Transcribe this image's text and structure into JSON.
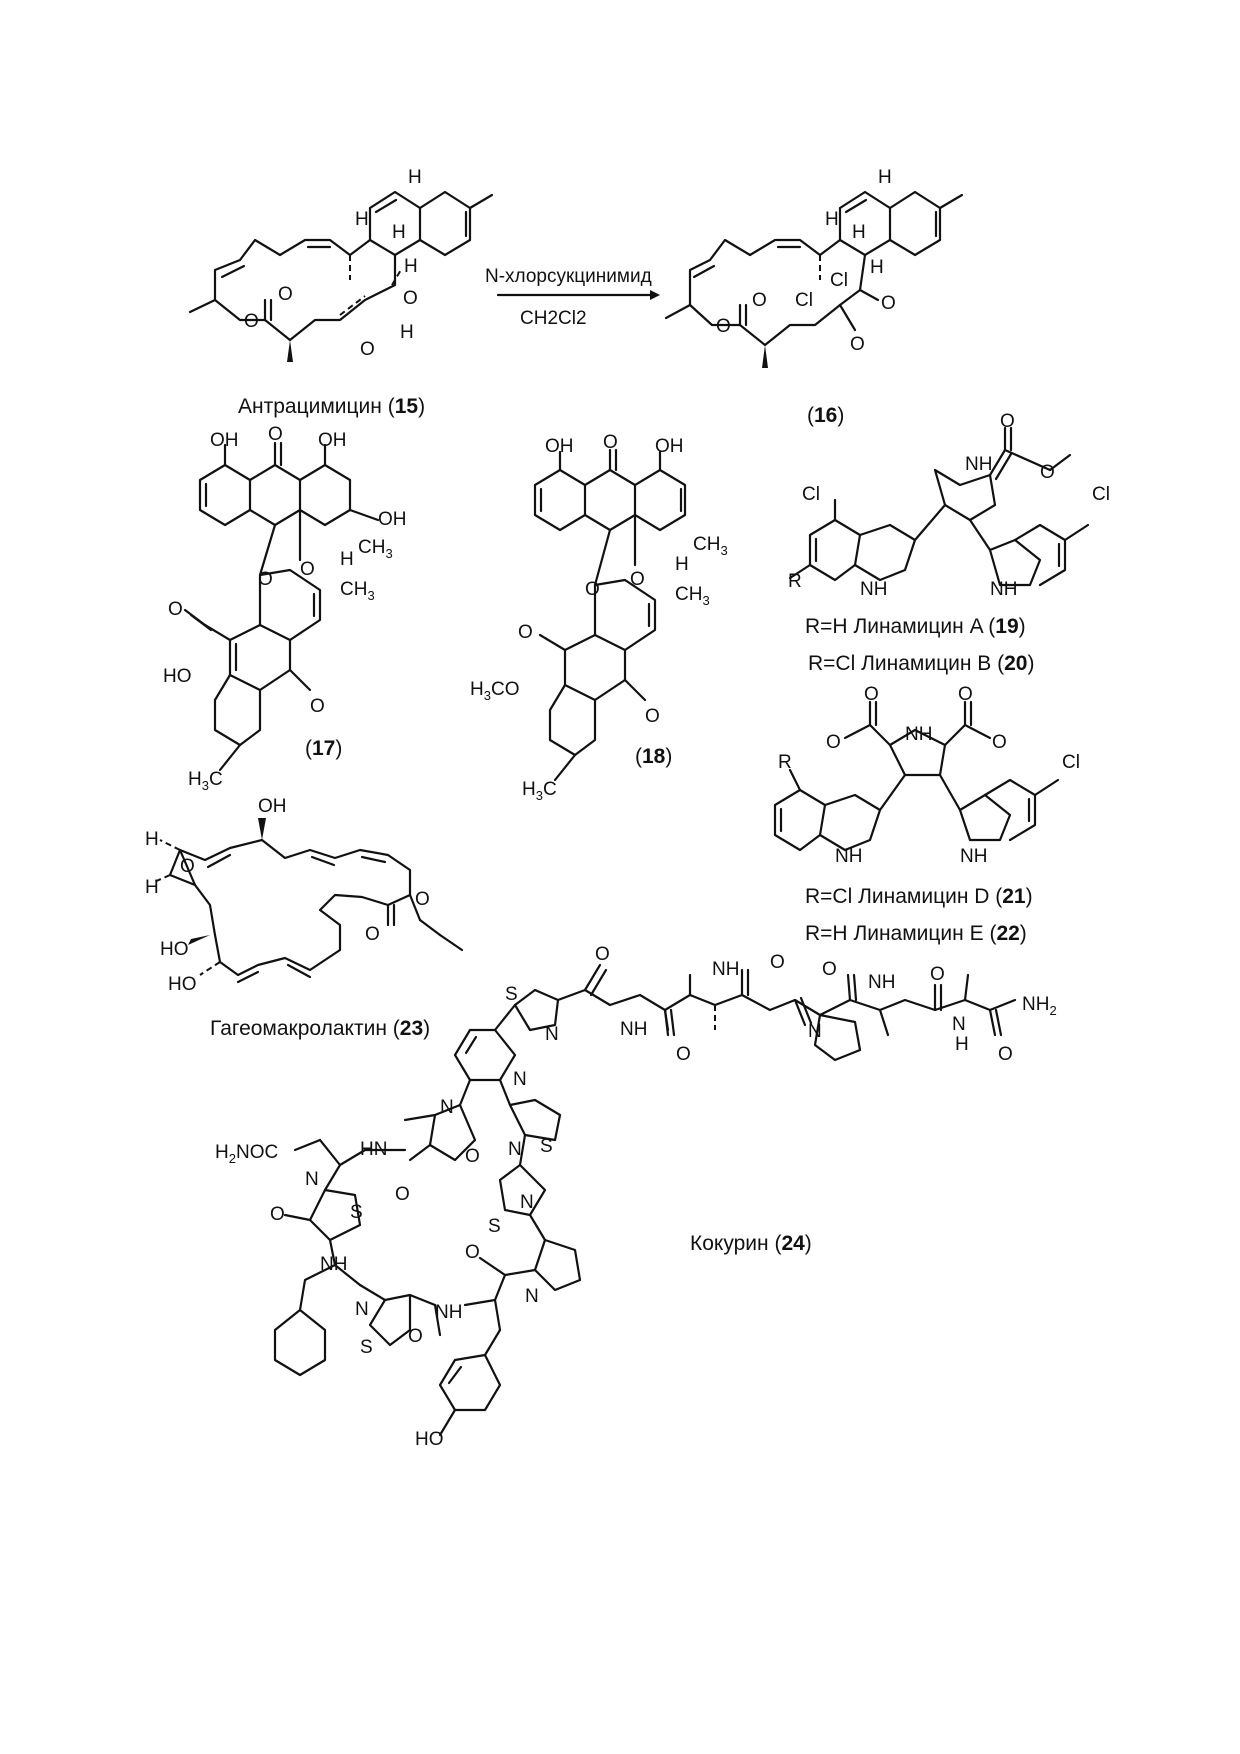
{
  "reaction": {
    "reagent": "N-хлорсукцинимид",
    "solvent": "CH2Cl2"
  },
  "compounds": [
    {
      "id": "15",
      "name": "Антрацимицин",
      "number": "15"
    },
    {
      "id": "16",
      "name": "",
      "number": "16"
    },
    {
      "id": "17",
      "name": "",
      "number": "17"
    },
    {
      "id": "18",
      "name": "",
      "number": "18"
    },
    {
      "id": "19",
      "r": "R=H",
      "name": "Линамицин A",
      "number": "19"
    },
    {
      "id": "20",
      "r": "R=Cl",
      "name": "Линамицин B",
      "number": "20"
    },
    {
      "id": "21",
      "r": "R=Cl",
      "name": "Линамицин D",
      "number": "21"
    },
    {
      "id": "22",
      "r": "R=H",
      "name": "Линамицин E",
      "number": "22"
    },
    {
      "id": "23",
      "name": "Гагеомакролактин",
      "number": "23"
    },
    {
      "id": "24",
      "name": "Кокурин",
      "number": "24"
    }
  ],
  "atoms": {
    "H": "H",
    "O": "O",
    "OH": "OH",
    "HO": "HO",
    "Cl": "Cl",
    "R": "R",
    "NH": "NH",
    "HN": "HN",
    "N": "N",
    "S": "S",
    "CH3": "CH3",
    "H3C": "H3C",
    "H3CO": "H3CO",
    "NH2": "NH2",
    "H2NOC": "H2NOC"
  }
}
